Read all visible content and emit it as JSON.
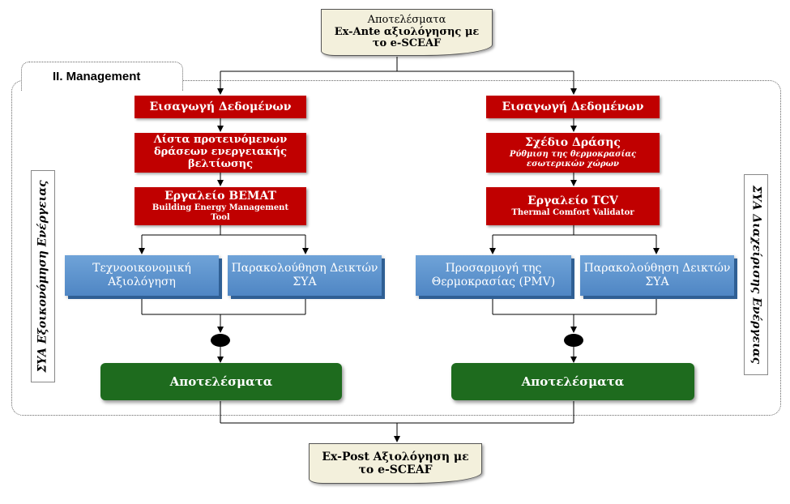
{
  "top_doc": {
    "lines": [
      "Αποτελέσματα",
      "Ex-Ante αξιολόγησης με",
      "το e-SCEAF"
    ]
  },
  "bottom_doc": {
    "lines": [
      "Ex-Post Αξιολόγηση με",
      "το e-SCEAF"
    ]
  },
  "section_label": "II. Management",
  "left_side_label": "ΣΥΑ Εξοικονόμηση Ενέργειας",
  "right_side_label": "ΣΥΑ Διαχείρισης Ενέργειας",
  "left": {
    "data_input": "Εισαγωγή Δεδομένων",
    "actions_list": {
      "lines": [
        "Λίστα προτεινόμενων",
        "δράσεων ενεργειακής",
        "βελτίωσης"
      ]
    },
    "tool": {
      "title": "Εργαλείο BEMAT",
      "subtitle_lines": [
        "Building Energy Management",
        "Tool"
      ]
    },
    "box1": {
      "lines": [
        "Τεχνοοικονομική",
        "Αξιολόγηση"
      ]
    },
    "box2": {
      "lines": [
        "Παρακολούθηση Δεικτών",
        "ΣΥΑ"
      ]
    },
    "results": "Αποτελέσματα"
  },
  "right": {
    "data_input": "Εισαγωγή Δεδομένων",
    "action_plan": {
      "title": "Σχέδιο Δράσης",
      "subtitle_lines": [
        "Ρύθμιση της θερμοκρασίας",
        "εσωτερικών χώρων"
      ]
    },
    "tool": {
      "title": "Εργαλείο TCV",
      "subtitle_lines": [
        "Thermal Comfort Validator"
      ]
    },
    "box1": {
      "lines": [
        "Προσαρμογή της",
        "Θερμοκρασίας (PMV)"
      ]
    },
    "box2": {
      "lines": [
        "Παρακολούθηση Δεικτών",
        "ΣΥΑ"
      ]
    },
    "results": "Αποτελέσματα"
  },
  "colors": {
    "red": "#c00000",
    "blue": "#5b92cf",
    "green": "#1e6b1e",
    "doc": "#f3f0dc"
  }
}
